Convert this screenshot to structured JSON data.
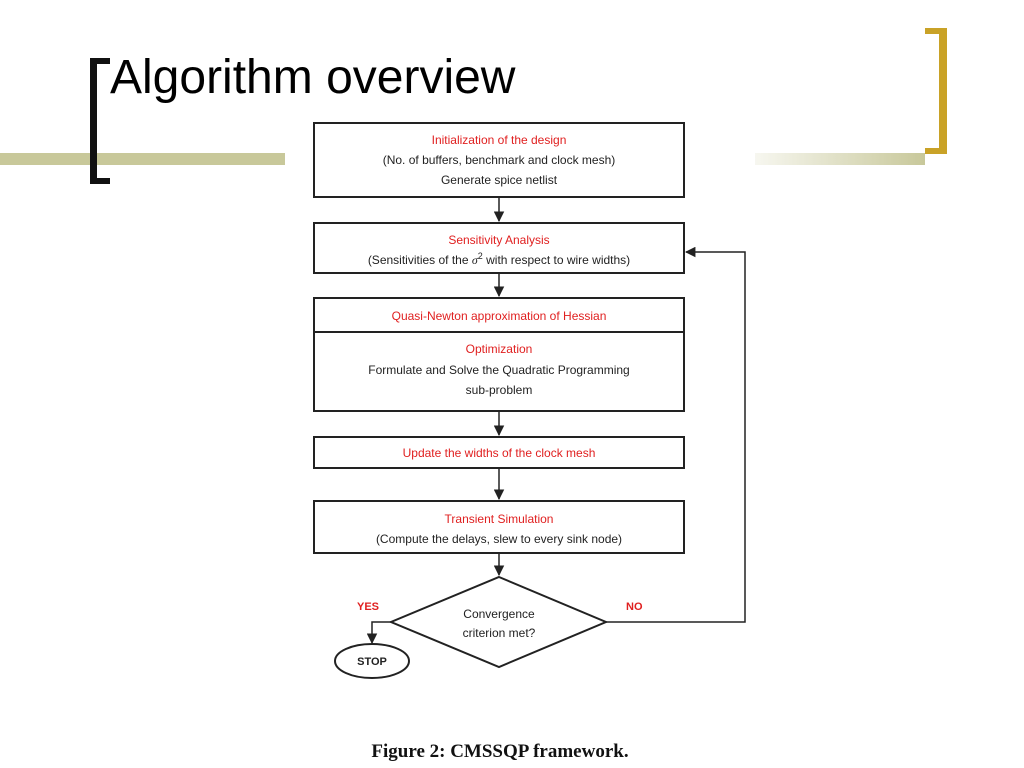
{
  "slide": {
    "title": "Algorithm overview"
  },
  "theme": {
    "accent_gold": "#c9a227",
    "bar_olive": "#c8c89a",
    "red_text": "#e02020"
  },
  "flowchart": {
    "init": {
      "title": "Initialization of the design",
      "line1": "(No. of buffers, benchmark and clock mesh)",
      "line2": "Generate spice netlist"
    },
    "sensitivity": {
      "title": "Sensitivity Analysis",
      "line1_pre": "(Sensitivities of the ",
      "sigma": "σ",
      "sup": "2",
      "line1_post": " with respect to wire widths)"
    },
    "quasi_newton": {
      "title": "Quasi-Newton approximation of Hessian"
    },
    "optimization": {
      "title": "Optimization",
      "line1": "Formulate and Solve the Quadratic Programming",
      "line2": "sub-problem"
    },
    "update": {
      "title": "Update the widths of the clock mesh"
    },
    "transient": {
      "title": "Transient Simulation",
      "line1": "(Compute the delays, slew to every sink node)"
    },
    "decision": {
      "line1": "Convergence",
      "line2": "criterion met?",
      "yes_label": "YES",
      "no_label": "NO"
    },
    "stop": {
      "label": "STOP"
    }
  },
  "caption": "Figure 2: CMSSQP framework."
}
